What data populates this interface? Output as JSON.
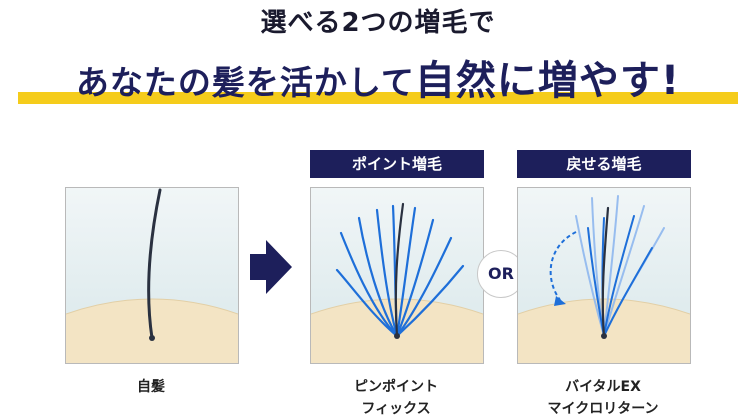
{
  "headline": {
    "subtitle": "選べる2つの増毛で",
    "main_prefix": "あなたの髪を活かして",
    "main_emphasis": "自然に増やす!"
  },
  "panels": [
    {
      "tag": "",
      "caption_line1": "自髪",
      "caption_line2": ""
    },
    {
      "tag": "ポイント増毛",
      "caption_line1": "ピンポイント",
      "caption_line2": "フィックス"
    },
    {
      "tag": "戻せる増毛",
      "caption_line1": "バイタルEX",
      "caption_line2": "マイクロリターン"
    }
  ],
  "or_label": "OR",
  "colors": {
    "navy": "#1d1f5b",
    "yellow": "#f5cc1b",
    "hair_blue": "#1e6fd9",
    "scalp": "#f3e4c4"
  }
}
